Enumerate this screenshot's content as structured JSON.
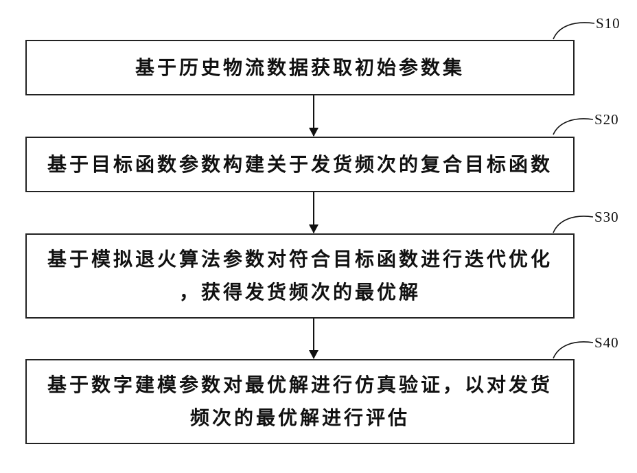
{
  "steps": [
    {
      "id": "S10",
      "text": "基于历史物流数据获取初始参数集"
    },
    {
      "id": "S20",
      "text": "基于目标函数参数构建关于发货频次的复合目标函数"
    },
    {
      "id": "S30",
      "text": "基于模拟退火算法参数对符合目标函数进行迭代优化\n，获得发货频次的最优解"
    },
    {
      "id": "S40",
      "text": "基于数字建模参数对最优解进行仿真验证，以对发货\n频次的最优解进行评估"
    }
  ]
}
